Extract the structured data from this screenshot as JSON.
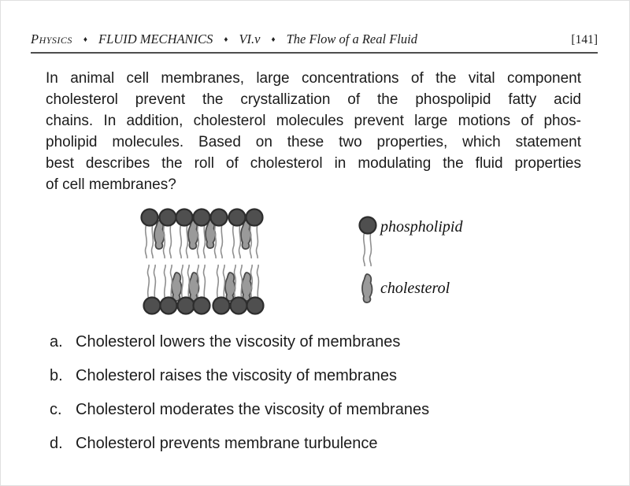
{
  "header": {
    "subject": "Physics",
    "separator": "♦",
    "section": "FLUID MECHANICS",
    "number": "VI.v",
    "title": "The Flow of a Real Fluid",
    "page_ref": "[141]"
  },
  "question": {
    "lines": [
      "In animal cell membranes, large concentrations of the vital component",
      "cholesterol prevent the crystallization of the phospolipid fatty acid",
      "chains.  In addition, cholesterol molecules prevent large motions of phos-",
      "pholipid molecules.  Based on these two properties, which statement",
      "best describes the roll of cholesterol in modulating the fluid properties",
      "of cell membranes?"
    ]
  },
  "diagram": {
    "legend": {
      "phospholipid_label": "phospholipid",
      "cholesterol_label": "cholesterol"
    },
    "colors": {
      "head_fill": "#4f4f4f",
      "head_stroke": "#2d2d2d",
      "cholesterol_fill": "#9a9a9a",
      "cholesterol_stroke": "#4a4a4a",
      "tail_stroke": "#8f8f8f"
    }
  },
  "choices": [
    {
      "letter": "a.",
      "text": "Cholesterol lowers the viscosity of membranes"
    },
    {
      "letter": "b.",
      "text": "Cholesterol raises the viscosity of membranes"
    },
    {
      "letter": "c.",
      "text": "Cholesterol moderates the viscosity of membranes"
    },
    {
      "letter": "d.",
      "text": "Cholesterol prevents membrane turbulence"
    }
  ]
}
